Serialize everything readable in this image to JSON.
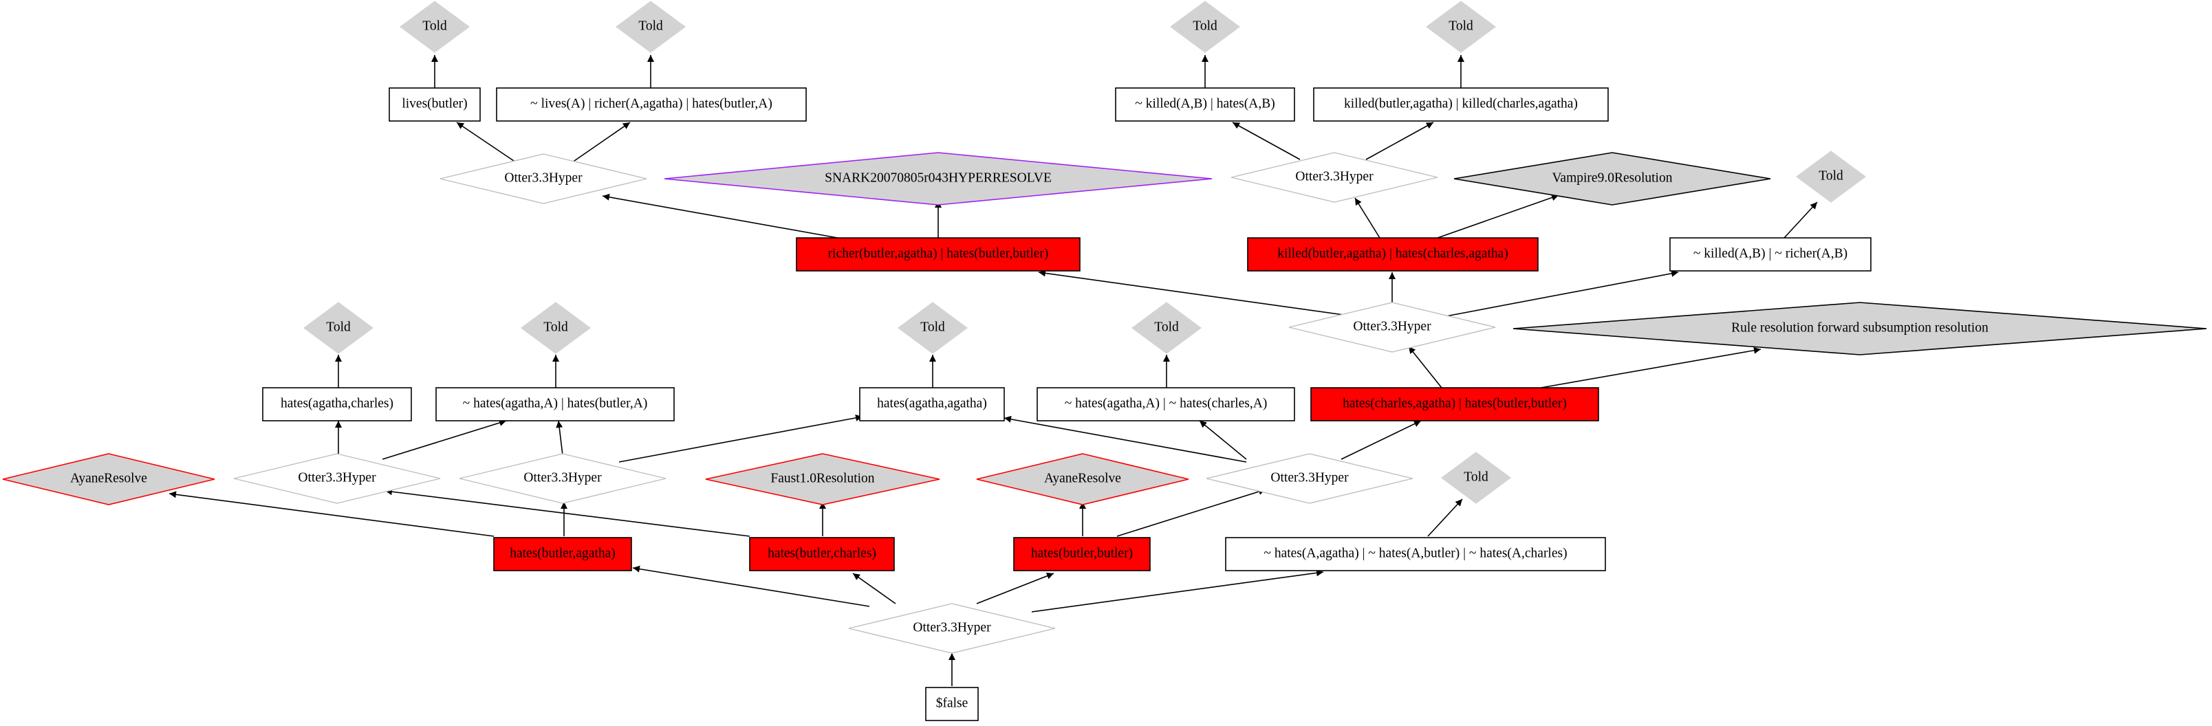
{
  "nodes": {
    "told1": {
      "label": "Told"
    },
    "told2": {
      "label": "Told"
    },
    "told3": {
      "label": "Told"
    },
    "told4": {
      "label": "Told"
    },
    "told5": {
      "label": "Told"
    },
    "told6": {
      "label": "Told"
    },
    "told7": {
      "label": "Told"
    },
    "told8": {
      "label": "Told"
    },
    "told9": {
      "label": "Told"
    },
    "told10": {
      "label": "Told"
    },
    "lives_butler": {
      "label": "lives(butler)"
    },
    "not_lives_rich": {
      "label": "~ lives(A)  | richer(A,agatha)  | hates(butler,A)"
    },
    "not_killed_hates": {
      "label": "~ killed(A,B)  | hates(A,B)"
    },
    "killed_bc": {
      "label": "killed(butler,agatha)  | killed(charles,agatha)"
    },
    "otter_top_left": {
      "label": "Otter3.3Hyper"
    },
    "snark": {
      "label": "SNARK20070805r043HYPERRESOLVE"
    },
    "otter_top_right": {
      "label": "Otter3.3Hyper"
    },
    "vampire": {
      "label": "Vampire9.0Resolution"
    },
    "richer_or_hates": {
      "label": "richer(butler,agatha)  | hates(butler,butler)"
    },
    "killed_or_hates": {
      "label": "killed(butler,agatha)  | hates(charles,agatha)"
    },
    "not_killed_richer": {
      "label": "~ killed(A,B)  | ~ richer(A,B)"
    },
    "otter_mid_right": {
      "label": "Otter3.3Hyper"
    },
    "rule_res": {
      "label": "Rule  resolution    forward  subsumption  resolution"
    },
    "hates_ac": {
      "label": "hates(agatha,charles)"
    },
    "not_hates_aA": {
      "label": "~ hates(agatha,A)  | hates(butler,A)"
    },
    "hates_aa": {
      "label": "hates(agatha,agatha)"
    },
    "not_hates_ac": {
      "label": "~ hates(agatha,A)  | ~ hates(charles,A)"
    },
    "hates_ca_or_bb": {
      "label": "hates(charles,agatha)  | hates(butler,butler)"
    },
    "ayane1": {
      "label": "AyaneResolve"
    },
    "otter_l1": {
      "label": "Otter3.3Hyper"
    },
    "otter_l2": {
      "label": "Otter3.3Hyper"
    },
    "faust": {
      "label": "Faust1.0Resolution"
    },
    "ayane2": {
      "label": "AyaneResolve"
    },
    "otter_l3": {
      "label": "Otter3.3Hyper"
    },
    "hates_ba": {
      "label": "hates(butler,agatha)"
    },
    "hates_bc": {
      "label": "hates(butler,charles)"
    },
    "hates_bb": {
      "label": "hates(butler,butler)"
    },
    "not_hates_all": {
      "label": "~ hates(A,agatha)  | ~ hates(A,butler)  | ~ hates(A,charles)"
    },
    "otter_bottom": {
      "label": "Otter3.3Hyper"
    },
    "false": {
      "label": "$false"
    }
  },
  "colors": {
    "red_fill": "#ff0000",
    "gray_fill": "#d3d3d3",
    "purple_outline": "#a020f0",
    "red_outline": "#ff0000",
    "light_outline": "#bfbfbf",
    "edge": "#000000"
  }
}
